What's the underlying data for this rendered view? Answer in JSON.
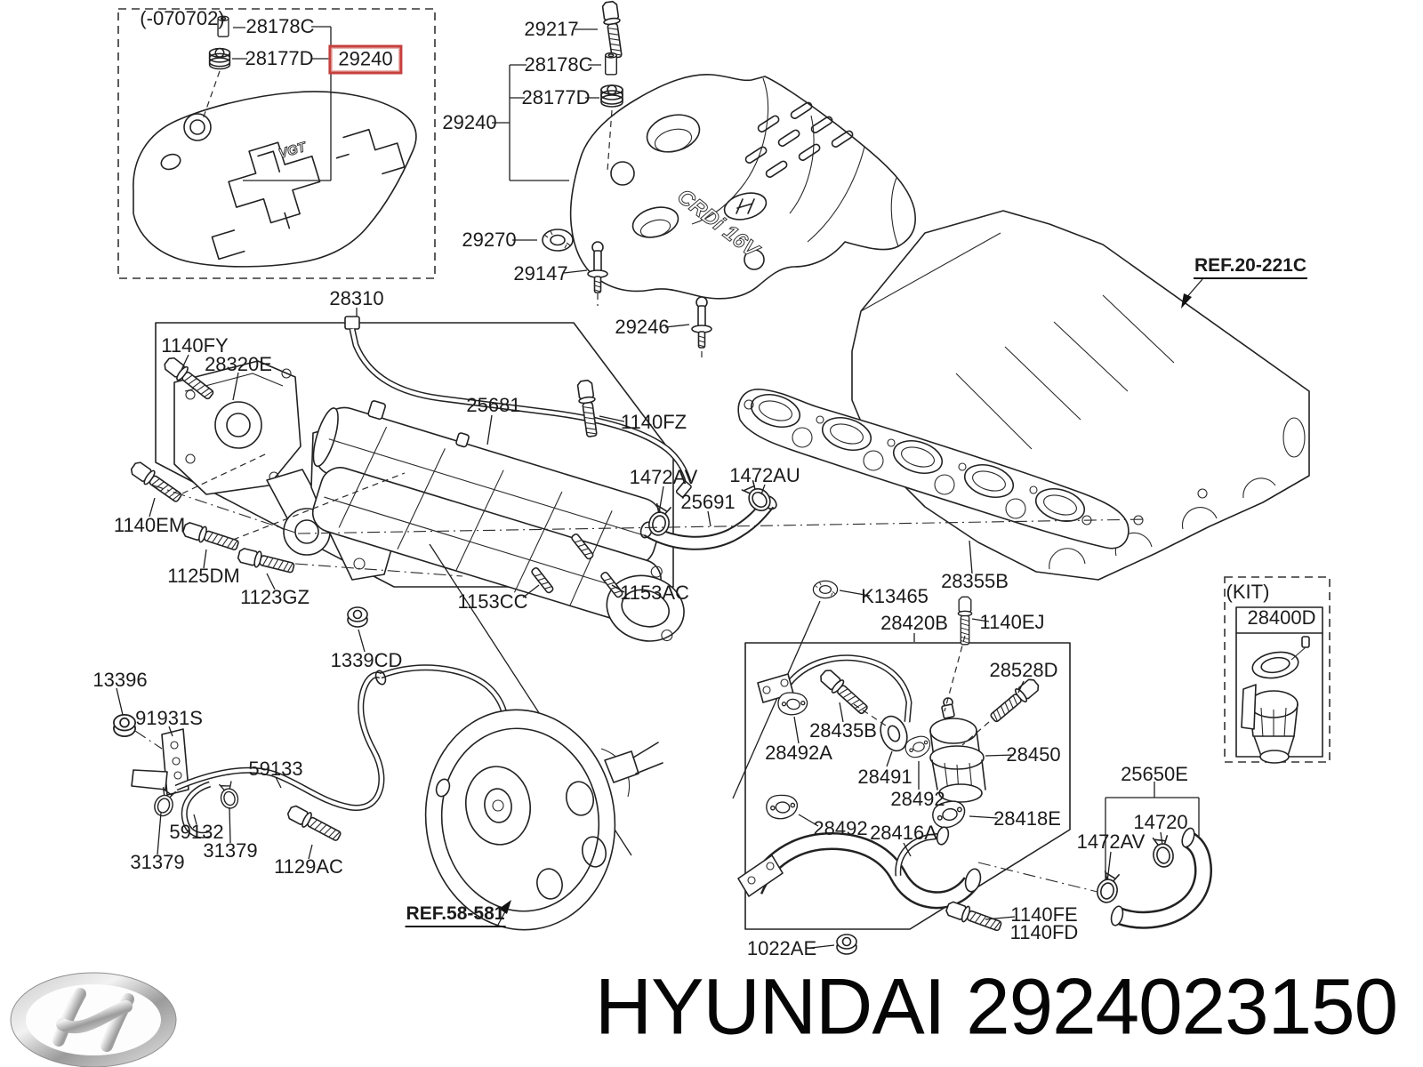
{
  "page": {
    "background": "#ffffff",
    "line_color": "#222222"
  },
  "footer": {
    "text": "HYUNDAI 2924023150"
  },
  "brand": {
    "logo": "hyundai-logo"
  },
  "highlight": {
    "part": "29240",
    "box_color": "#c5403d"
  },
  "cover_markings": {
    "crdi": "CRDi 16V",
    "vgt": "VGT"
  },
  "labels": {
    "inset_caption": "(-070702)",
    "inset_28178C": "28178C",
    "inset_28177D": "28177D",
    "inset_29240": "29240",
    "cov_29217": "29217",
    "cov_28178C": "28178C",
    "cov_28177D": "28177D",
    "cov_29240": "29240",
    "cov_29270": "29270",
    "cov_29147": "29147",
    "cov_29246": "29246",
    "ref_20_221C": "REF.20-221C",
    "man_28310": "28310",
    "man_1140FY": "1140FY",
    "man_28320E": "28320E",
    "man_25681": "25681",
    "man_1140FZ": "1140FZ",
    "man_1472AV": "1472AV",
    "man_1472AU": "1472AU",
    "man_25691": "25691",
    "man_1140EM": "1140EM",
    "man_1125DM": "1125DM",
    "man_1123GZ": "1123GZ",
    "man_1153CC": "1153CC",
    "man_1153AC": "1153AC",
    "man_1339CD": "1339CD",
    "man_28355B": "28355B",
    "egr_K13465": "K13465",
    "egr_28420B": "28420B",
    "egr_1140EJ": "1140EJ",
    "egr_28528D": "28528D",
    "egr_28435B": "28435B",
    "egr_28492A": "28492A",
    "egr_28491": "28491",
    "egr_28492_a": "28492",
    "egr_28450": "28450",
    "egr_28418E": "28418E",
    "egr_28492_b": "28492",
    "egr_28416A": "28416A",
    "egr_1140FE": "1140FE",
    "egr_1140FD": "1140FD",
    "egr_1022AE": "1022AE",
    "vac_13396": "13396",
    "vac_91931S": "91931S",
    "vac_59133": "59133",
    "vac_59132": "59132",
    "vac_31379_a": "31379",
    "vac_31379_b": "31379",
    "vac_1129AC": "1129AC",
    "ref_58_581": "REF.58-581",
    "hose_25650E": "25650E",
    "hose_14720": "14720",
    "hose_1472AV": "1472AV",
    "kit_caption": "(KIT)",
    "kit_28400D": "28400D"
  }
}
